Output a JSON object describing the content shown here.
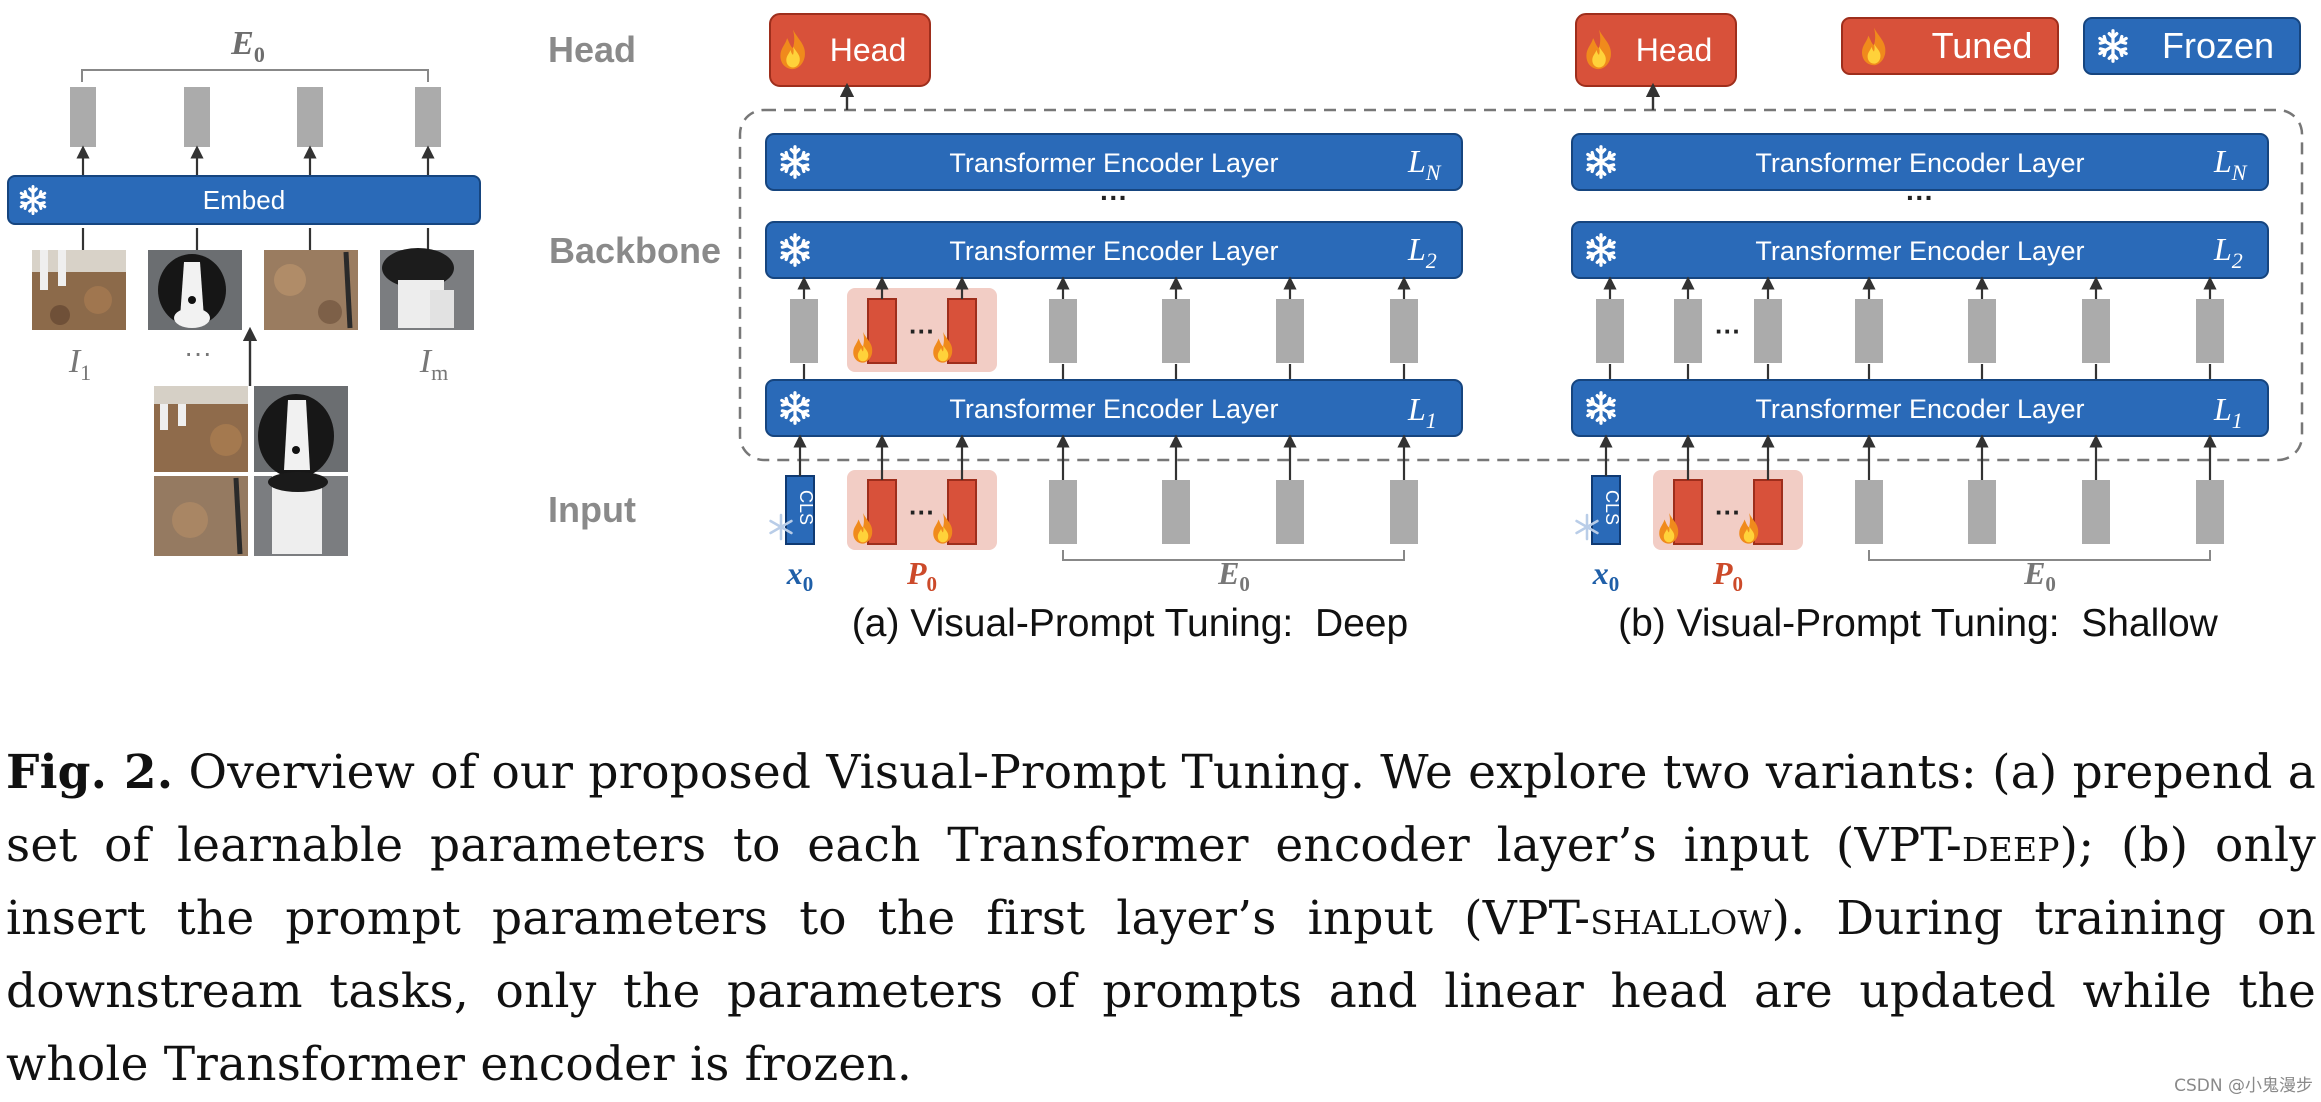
{
  "figure": {
    "row_labels": {
      "head": "Head",
      "backbone": "Backbone",
      "input": "Input"
    },
    "head_box_label": "Head",
    "legend": {
      "tuned": "Tuned",
      "frozen": "Frozen"
    },
    "colors": {
      "tuned": "#d8513a",
      "frozen": "#2a6ab8",
      "token": "#ababab",
      "prompt_bg": "#f2cdc5",
      "x0": "#1f5fa8",
      "p0": "#cc4a2a"
    },
    "icons": {
      "tuned": "flame-icon",
      "frozen": "snowflake-icon"
    },
    "embed": {
      "label": "Embed",
      "group_label": "E",
      "group_sub": "0"
    },
    "image_labels": {
      "first": "I",
      "first_sub": "1",
      "dots": "···",
      "last": "I",
      "last_sub": "m"
    },
    "layer_label": "Transformer Encoder Layer",
    "layer_ids": [
      {
        "base": "L",
        "sub": "N"
      },
      {
        "base": "L",
        "sub": "2"
      },
      {
        "base": "L",
        "sub": "1"
      }
    ],
    "vdots": "···",
    "hdots": "···",
    "cls": "CLS",
    "x0": {
      "base": "x",
      "sub": "0"
    },
    "p0": {
      "base": "P",
      "sub": "0"
    },
    "e0": {
      "base": "E",
      "sub": "0"
    },
    "captions": {
      "deep": "(a) Visual-Prompt Tuning:  Deep",
      "shallow": "(b) Visual-Prompt Tuning:  Shallow"
    }
  },
  "caption": {
    "label": "Fig. 2.",
    "part1": " Overview of our proposed Visual-Prompt Tuning. We explore two variants: (a) prepend a set of learnable parameters to each Transformer encoder layer’s input (VPT-",
    "deep_sc": "deep",
    "part2": "); (b) only insert the prompt parameters to the first layer’s input (VPT-",
    "shallow_sc": "shallow",
    "part3": "). During training on downstream tasks, only the parameters of prompts and linear head are updated while the whole Transformer encoder is frozen."
  },
  "watermark": "CSDN @小鬼漫步"
}
